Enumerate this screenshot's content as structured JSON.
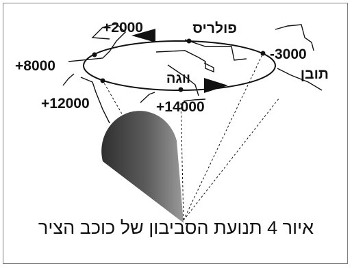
{
  "figure": {
    "caption": "איור 4 תנועת הסביבון של כוכב הציר",
    "stars": {
      "polaris": "פולריס",
      "vega": "ווגה",
      "thuban": "תובן"
    },
    "years": {
      "y_plus_2000": "+2000",
      "y_minus_3000": "-3000",
      "y_plus_8000": "+8000",
      "y_plus_12000": "+12000",
      "y_plus_14000": "+14000"
    },
    "colors": {
      "ink": "#111111",
      "frame": "#7f7f7f",
      "cone_dark": "#2f2f2f",
      "cone_light": "#9a9a9a"
    }
  }
}
